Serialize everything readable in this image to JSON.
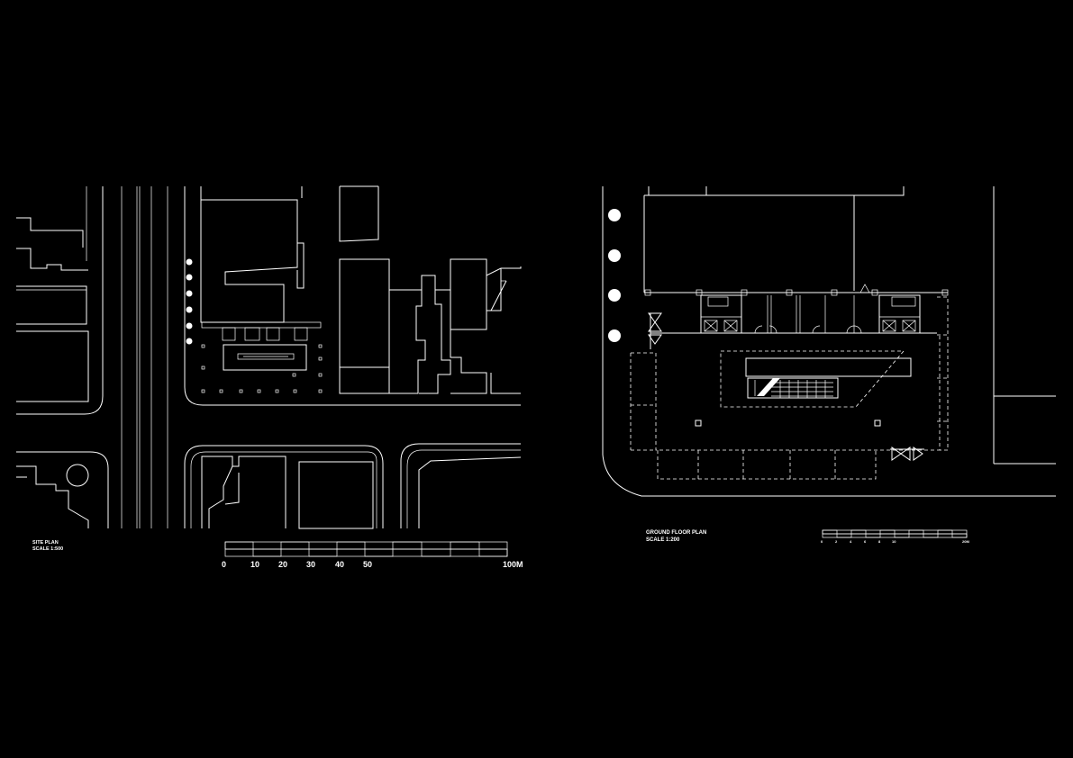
{
  "sheet": {
    "background_color": "#000000",
    "line_color": "#ffffff"
  },
  "site_plan": {
    "title": "SITE PLAN",
    "scale": "SCALE 1:500",
    "scale_bar": {
      "labels": [
        "0",
        "10",
        "20",
        "30",
        "40",
        "50",
        "100M"
      ]
    }
  },
  "ground_floor_plan": {
    "title": "GROUND FLOOR PLAN",
    "scale": "SCALE 1:200",
    "scale_bar": {
      "labels": [
        "0",
        "2",
        "4",
        "6",
        "8",
        "10",
        "20M"
      ]
    }
  }
}
